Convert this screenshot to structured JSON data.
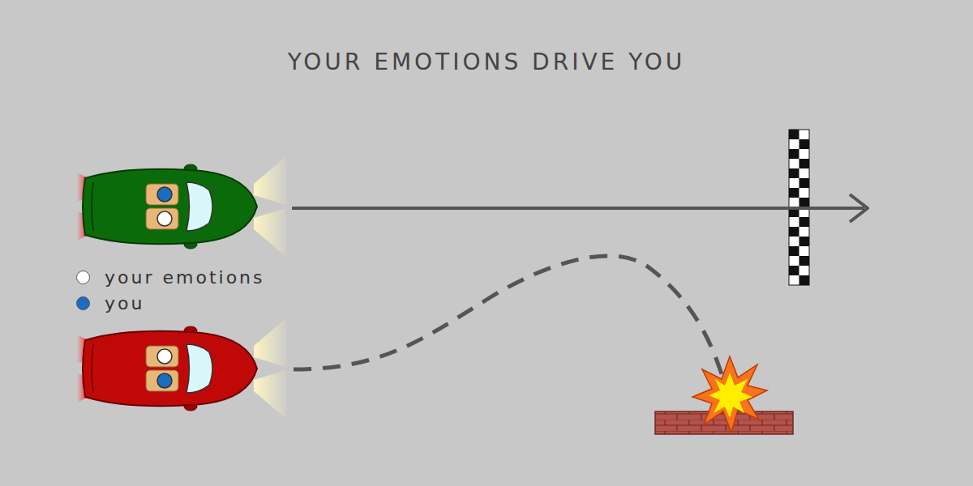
{
  "diagram": {
    "title": "YOUR EMOTIONS DRIVE YOU",
    "legend": [
      {
        "text": "your emotions",
        "color": "#ffffff"
      },
      {
        "text": "you",
        "color": "#1a6dc2"
      }
    ]
  }
}
